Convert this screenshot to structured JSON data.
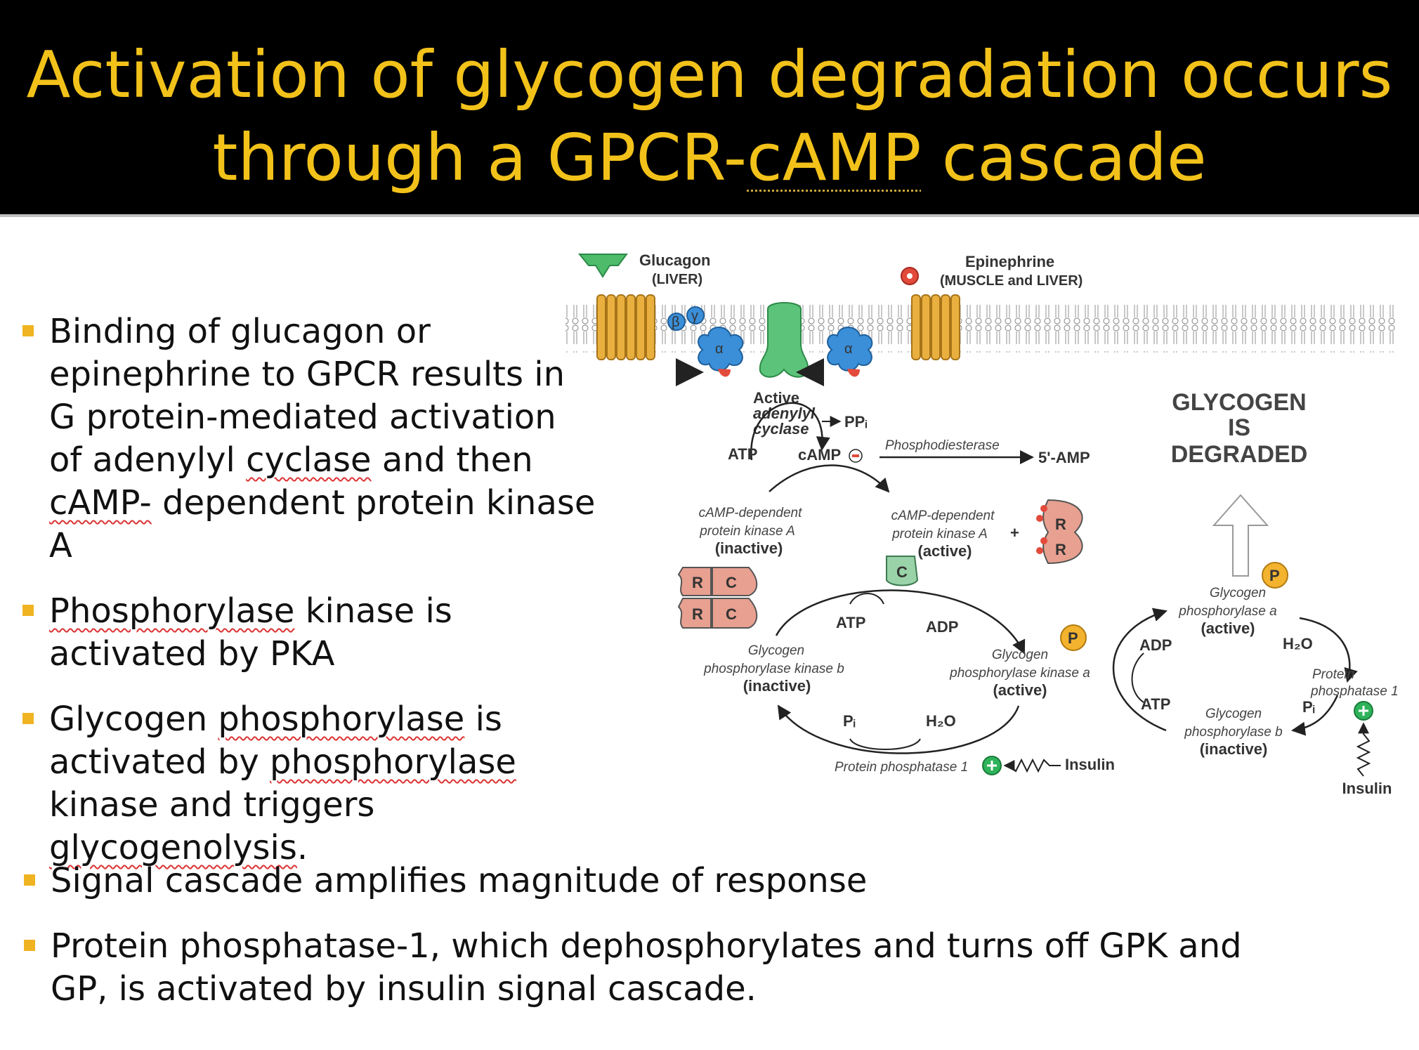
{
  "slide": {
    "title_line1": "Activation of glycogen degradation occurs",
    "title_line2_pre": "through a GPCR-",
    "title_line2_camp": "cAMP",
    "title_line2_post": " cascade"
  },
  "bullets_left": [
    {
      "t1": "Binding of glucagon or epinephrine to GPCR results in G protein-mediated activation of adenylyl ",
      "s1": "cyclase",
      "t2": " and then ",
      "s2": "cAMP-",
      "t3": " dependent protein kinase A"
    },
    {
      "s1": "Phosphorylase",
      "t1": " kinase is activated by PKA"
    },
    {
      "t1": "Glycogen ",
      "s1": "phosphorylase",
      "t2": " is activated by ",
      "s2": "phosphorylase",
      "t3": " kinase and triggers ",
      "s3": "glycogenolysis",
      "t4": "."
    }
  ],
  "bullets_bottom": [
    "Signal cascade amplifies magnitude of response",
    "Protein phosphatase-1, which dephosphorylates and turns off GPK and GP, is activated by insulin signal cascade."
  ],
  "diagram": {
    "glucagon": "Glucagon",
    "glucagon_sub": "(LIVER)",
    "epinephrine": "Epinephrine",
    "epinephrine_sub": "(MUSCLE and LIVER)",
    "beta": "β",
    "gamma": "γ",
    "alpha": "α",
    "active": "Active",
    "adenylyl": "adenylyl",
    "cyclase": "cyclase",
    "ppi": "PPᵢ",
    "atp": "ATP",
    "camp": "cAMP",
    "phosphodiesterase": "Phosphodiesterase",
    "five_amp": "5'-AMP",
    "glycogen_is_degraded": [
      "GLYCOGEN",
      "IS",
      "DEGRADED"
    ],
    "pka_inactive": [
      "cAMP-dependent",
      "protein kinase A",
      "(inactive)"
    ],
    "pka_active": [
      "cAMP-dependent",
      "protein kinase A"
    ],
    "pka_active_state": "(active)",
    "plus": "+",
    "r": "R",
    "c": "C",
    "p": "P",
    "adp": "ADP",
    "gpk_b": [
      "Glycogen",
      "phosphorylase kinase b",
      "(inactive)"
    ],
    "gpk_a": [
      "Glycogen",
      "phosphorylase kinase a",
      "(active)"
    ],
    "pi": "Pᵢ",
    "h2o": "H₂O",
    "pp1": "Protein phosphatase 1",
    "insulin": "Insulin",
    "gp_a": [
      "Glycogen",
      "phosphorylase a",
      "(active)"
    ],
    "gp_b": [
      "Glycogen",
      "phosphorylase b",
      "(inactive)"
    ],
    "pp1_right": [
      "Protein",
      "phosphatase 1"
    ]
  },
  "colors": {
    "title": "#f2c21a",
    "bullet": "#f0b422",
    "receptor": "#e0a830",
    "g_alpha": "#3a8fd8",
    "adenylyl_cyclase": "#5cc47a",
    "regulatory": "#e8a090",
    "phosphate": "#f4b32e"
  }
}
